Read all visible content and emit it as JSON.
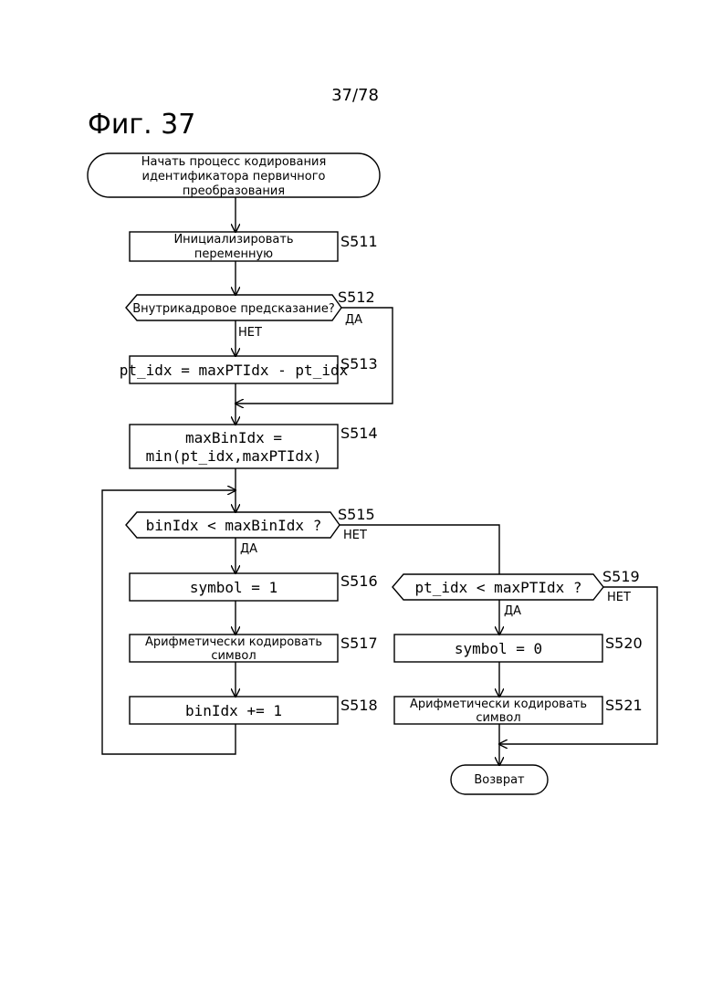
{
  "page_number": "37/78",
  "figure_title": "Фиг. 37",
  "nodes": {
    "start": {
      "lines": [
        "Начать процесс кодирования",
        "идентификатора первичного",
        "преобразования"
      ]
    },
    "s511": {
      "lines": [
        "Инициализировать",
        "переменную"
      ],
      "step": "S511"
    },
    "s512": {
      "text": "Внутрикадровое предсказание?",
      "step": "S512",
      "yes": "ДА",
      "no": "НЕТ"
    },
    "s513": {
      "text": "pt_idx = maxPTIdx - pt_idx",
      "step": "S513"
    },
    "s514": {
      "lines": [
        "maxBinIdx =",
        "min(pt_idx,maxPTIdx)"
      ],
      "step": "S514"
    },
    "s515": {
      "text": "binIdx < maxBinIdx ?",
      "step": "S515",
      "yes": "ДА",
      "no": "НЕТ"
    },
    "s516": {
      "text": "symbol = 1",
      "step": "S516"
    },
    "s517": {
      "lines": [
        "Арифметически кодировать",
        "символ"
      ],
      "step": "S517"
    },
    "s518": {
      "text": "binIdx += 1",
      "step": "S518"
    },
    "s519": {
      "text": "pt_idx < maxPTIdx ?",
      "step": "S519",
      "yes": "ДА",
      "no": "НЕТ"
    },
    "s520": {
      "text": "symbol = 0",
      "step": "S520"
    },
    "s521": {
      "lines": [
        "Арифметически кодировать",
        "символ"
      ],
      "step": "S521"
    },
    "end": {
      "text": "Возврат"
    }
  }
}
